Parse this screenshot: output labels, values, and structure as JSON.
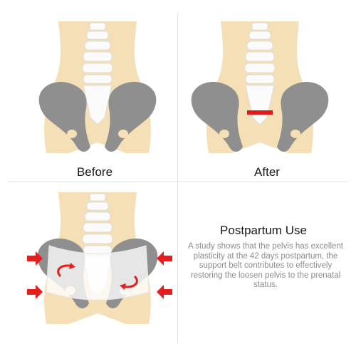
{
  "panels": {
    "before": {
      "caption": "Before"
    },
    "after": {
      "caption": "After"
    }
  },
  "info": {
    "title": "Postpartum Use",
    "body": "A study shows that the pelvis has excellent plasticity at the 42 days postpartum, the support belt contributes to effectively restoring the loosen pelvis to the prenatal status."
  },
  "colors": {
    "skin": "#f4dfb6",
    "bone": "#8f8f8f",
    "spine": "#fbfbfb",
    "gap": "#e01a1a",
    "arrow": "#e51d1d",
    "belt": "#ffffff"
  }
}
